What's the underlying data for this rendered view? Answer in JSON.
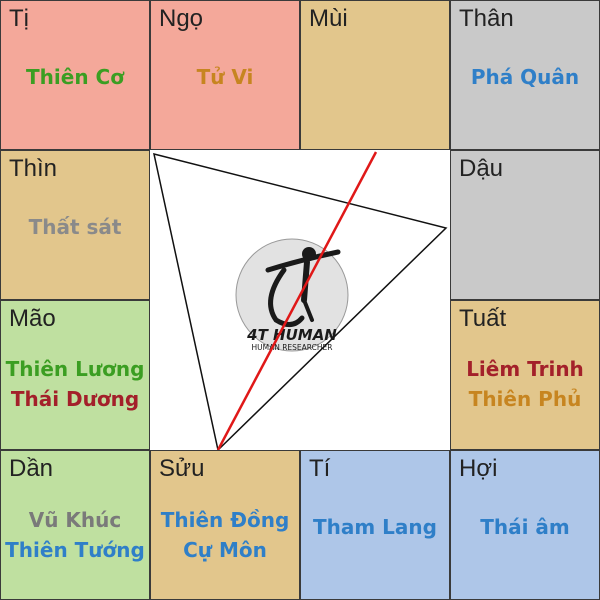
{
  "palaces": [
    {
      "branch": "Tị",
      "color": "#f4a89a",
      "stars": [
        {
          "name": "Thiên Cơ",
          "color": "#3b9e22"
        }
      ]
    },
    {
      "branch": "Ngọ",
      "color": "#f4a89a",
      "stars": [
        {
          "name": "Tử Vi",
          "color": "#c78520"
        }
      ]
    },
    {
      "branch": "Mùi",
      "color": "#e2c68c",
      "stars": []
    },
    {
      "branch": "Thân",
      "color": "#c9c9c9",
      "stars": [
        {
          "name": "Phá Quân",
          "color": "#2f7fc8"
        }
      ]
    },
    {
      "branch": "Thìn",
      "color": "#e2c68c",
      "stars": [
        {
          "name": "Thất sát",
          "color": "#8a8a8a"
        }
      ]
    },
    {
      "branch": "Dậu",
      "color": "#c9c9c9",
      "stars": []
    },
    {
      "branch": "Mão",
      "color": "#bfe0a0",
      "stars": [
        {
          "name": "Thiên Lương",
          "color": "#3b9e22"
        },
        {
          "name": "Thái Dương",
          "color": "#a3202a"
        }
      ]
    },
    {
      "branch": "Tuất",
      "color": "#e2c68c",
      "stars": [
        {
          "name": "Liêm Trinh",
          "color": "#a3202a"
        },
        {
          "name": "Thiên Phủ",
          "color": "#c78520"
        }
      ]
    },
    {
      "branch": "Dần",
      "color": "#bfe0a0",
      "stars": [
        {
          "name": "Vũ Khúc",
          "color": "#7a7a7a"
        },
        {
          "name": "Thiên Tướng",
          "color": "#2f7fc8"
        }
      ]
    },
    {
      "branch": "Sửu",
      "color": "#e2c68c",
      "stars": [
        {
          "name": "Thiên Đồng",
          "color": "#2f7fc8"
        },
        {
          "name": "Cự Môn",
          "color": "#2f7fc8"
        }
      ]
    },
    {
      "branch": "Tí",
      "color": "#aec6e8",
      "stars": [
        {
          "name": "Tham Lang",
          "color": "#2f7fc8"
        }
      ]
    },
    {
      "branch": "Hợi",
      "color": "#aec6e8",
      "stars": [
        {
          "name": "Thái âm",
          "color": "#2f7fc8"
        }
      ]
    }
  ],
  "logo": {
    "brand": "4T HUMAN",
    "tagline": "HUMAN RESEARCHER"
  }
}
